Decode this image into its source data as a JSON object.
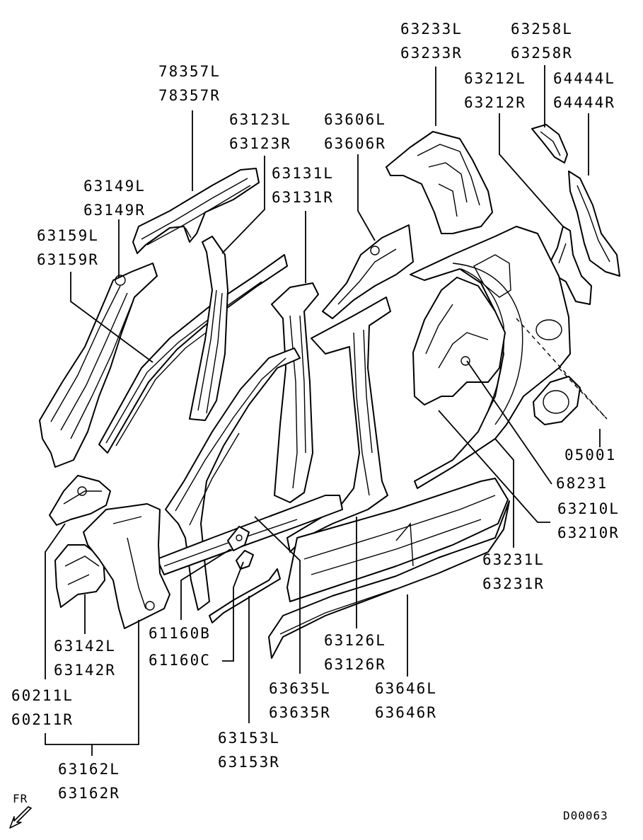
{
  "labels": {
    "p63233": [
      "63233L",
      "63233R"
    ],
    "p63258": [
      "63258L",
      "63258R"
    ],
    "p78357": [
      "78357L",
      "78357R"
    ],
    "p63212": [
      "63212L",
      "63212R"
    ],
    "p64444": [
      "64444L",
      "64444R"
    ],
    "p63123": [
      "63123L",
      "63123R"
    ],
    "p63606": [
      "63606L",
      "63606R"
    ],
    "p63131": [
      "63131L",
      "63131R"
    ],
    "p63149": [
      "63149L",
      "63149R"
    ],
    "p63159": [
      "63159L",
      "63159R"
    ],
    "p05001": [
      "05001"
    ],
    "p68231": [
      "68231"
    ],
    "p63210": [
      "63210L",
      "63210R"
    ],
    "p63231": [
      "63231L",
      "63231R"
    ],
    "p61160b": [
      "61160B"
    ],
    "p61160c": [
      "61160C"
    ],
    "p63142": [
      "63142L",
      "63142R"
    ],
    "p63126": [
      "63126L",
      "63126R"
    ],
    "p63635": [
      "63635L",
      "63635R"
    ],
    "p63646": [
      "63646L",
      "63646R"
    ],
    "p60211": [
      "60211L",
      "60211R"
    ],
    "p63153": [
      "63153L",
      "63153R"
    ],
    "p63162": [
      "63162L",
      "63162R"
    ]
  },
  "direction": {
    "text": "FR"
  },
  "figure_id": "D00063"
}
